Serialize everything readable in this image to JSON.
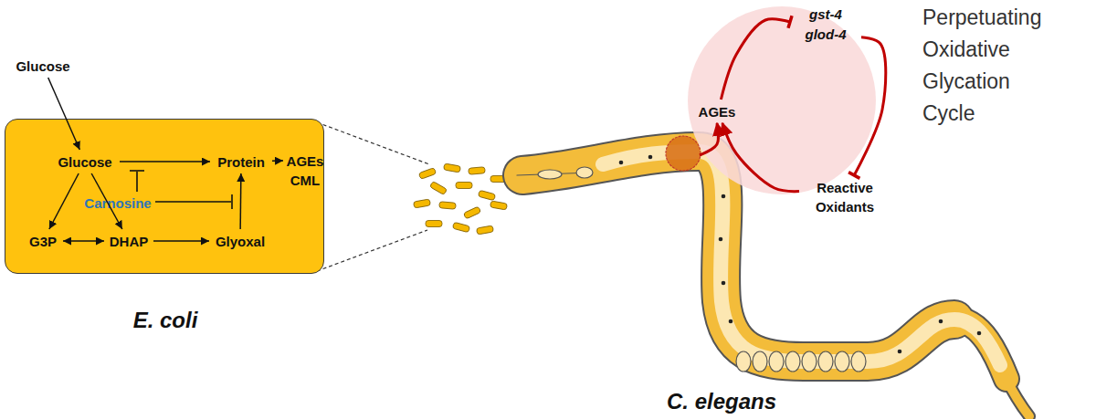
{
  "diagram": {
    "nodes": [
      {
        "text": [
          "Glucose"
        ]
      },
      {
        "text": [
          "E. coli"
        ]
      },
      {
        "text": [
          "Glucose"
        ],
        "in": 1
      },
      {
        "text": [
          "Protein"
        ],
        "in": 1
      },
      {
        "text": [
          "AGEs",
          "CML"
        ],
        "in": 1
      },
      {
        "text": [
          "Carnosine"
        ],
        "in": 1
      },
      {
        "text": [
          "G3P"
        ],
        "in": 1
      },
      {
        "text": [
          "DHAP"
        ],
        "in": 1
      },
      {
        "text": [
          "Glyoxal"
        ],
        "in": 1
      },
      {
        "text": [
          "C. elegans"
        ]
      },
      {
        "text": [
          "Perpetuating Oxidative Glycation Cycle"
        ]
      },
      {
        "text": [
          "AGEs"
        ],
        "in": 10
      },
      {
        "text": [
          "gst-4",
          "glod-4"
        ],
        "in": 10
      },
      {
        "text": [
          "Reactive Oxidants"
        ],
        "in": 10
      }
    ],
    "edges": [
      {
        "from": 0,
        "to": 2,
        "arrow": "to"
      },
      {
        "from": 2,
        "to": 3,
        "arrow": "to"
      },
      {
        "from": 3,
        "to": 4,
        "arrow": "to"
      },
      {
        "from": 2,
        "to": 6,
        "arrow": "to"
      },
      {
        "from": 2,
        "to": 7,
        "arrow": "to"
      },
      {
        "from": 6,
        "to": 7,
        "arrow": "both"
      },
      {
        "from": 7,
        "to": 8,
        "arrow": "to"
      },
      {
        "from": 8,
        "to": 3,
        "arrow": "to"
      },
      {
        "from": 9,
        "to": 11,
        "arrow": "to"
      },
      {
        "from": 11,
        "to": 12,
        "arrow": "to"
      },
      {
        "from": 12,
        "to": 13,
        "arrow": "to"
      },
      {
        "from": 13,
        "to": 11,
        "arrow": "to"
      }
    ]
  }
}
